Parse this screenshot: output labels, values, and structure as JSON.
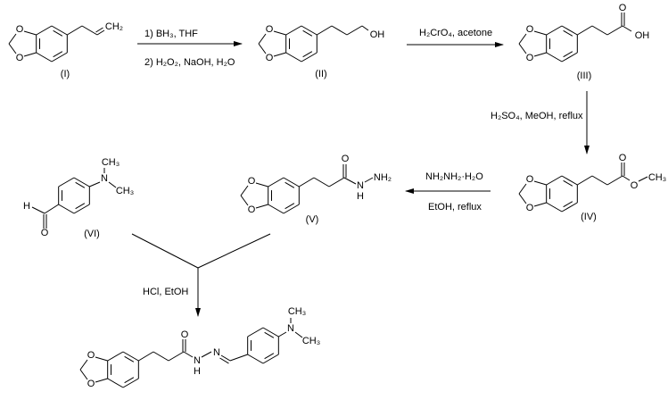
{
  "compounds": {
    "I": {
      "label": "(I)",
      "atoms": [
        "O",
        "O",
        "CH₂"
      ]
    },
    "II": {
      "label": "(II)",
      "atoms": [
        "O",
        "O",
        "OH"
      ]
    },
    "III": {
      "label": "(III)",
      "atoms": [
        "O",
        "O",
        "O",
        "OH"
      ]
    },
    "IV": {
      "label": "(IV)",
      "atoms": [
        "O",
        "O",
        "O",
        "O",
        "CH₃"
      ]
    },
    "V": {
      "label": "(V)",
      "atoms": [
        "O",
        "O",
        "O",
        "N",
        "H",
        "NH₂"
      ]
    },
    "VI": {
      "label": "(VI)",
      "atoms": [
        "H",
        "O",
        "N",
        "CH₃",
        "CH₃"
      ]
    },
    "product": {
      "label": "",
      "atoms": [
        "O",
        "O",
        "O",
        "N",
        "H",
        "N",
        "CH₃",
        "CH₃"
      ]
    }
  },
  "reactions": {
    "step1": {
      "above": "1) BH₃, THF",
      "below": "2) H₂O₂, NaOH, H₂O"
    },
    "step2": {
      "above": "H₂CrO₄, acetone"
    },
    "step3": {
      "side": "H₂SO₄, MeOH, reflux"
    },
    "step4": {
      "above": "NH₂NH₂·H₂O",
      "below": "EtOH, reflux"
    },
    "step5": {
      "side": "HCl, EtOH"
    }
  }
}
